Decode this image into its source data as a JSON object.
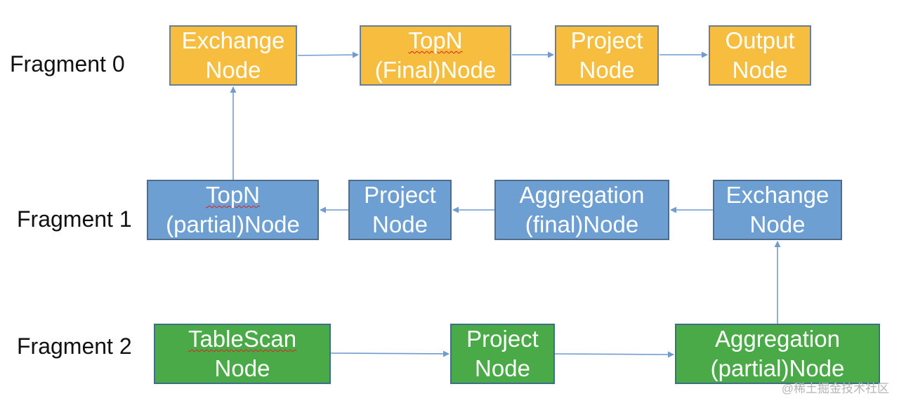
{
  "fragments": {
    "f0": "Fragment 0",
    "f1": "Fragment 1",
    "f2": "Fragment 2"
  },
  "nodes": {
    "f0_exchange": {
      "line1": "Exchange",
      "line2": "Node"
    },
    "f0_topn": {
      "line1": "TopN",
      "line2": "(Final)Node"
    },
    "f0_project": {
      "line1": "Project",
      "line2": "Node"
    },
    "f0_output": {
      "line1": "Output",
      "line2": "Node"
    },
    "f1_topn": {
      "line1": "TopN",
      "line2": "(partial)Node"
    },
    "f1_project": {
      "line1": "Project",
      "line2": "Node"
    },
    "f1_aggregation": {
      "line1": "Aggregation",
      "line2": "(final)Node"
    },
    "f1_exchange": {
      "line1": "Exchange",
      "line2": "Node"
    },
    "f2_tablescan": {
      "line1": "TableScan",
      "line2": "Node"
    },
    "f2_project": {
      "line1": "Project",
      "line2": "Node"
    },
    "f2_aggregation": {
      "line1": "Aggregation",
      "line2": "(partial)Node"
    }
  },
  "colors": {
    "fragment0": "#f6bd3f",
    "fragment1": "#6d9fd3",
    "fragment2": "#4aaa47",
    "arrow": "#6f9bd0"
  },
  "watermark": "@稀土掘金技术社区"
}
